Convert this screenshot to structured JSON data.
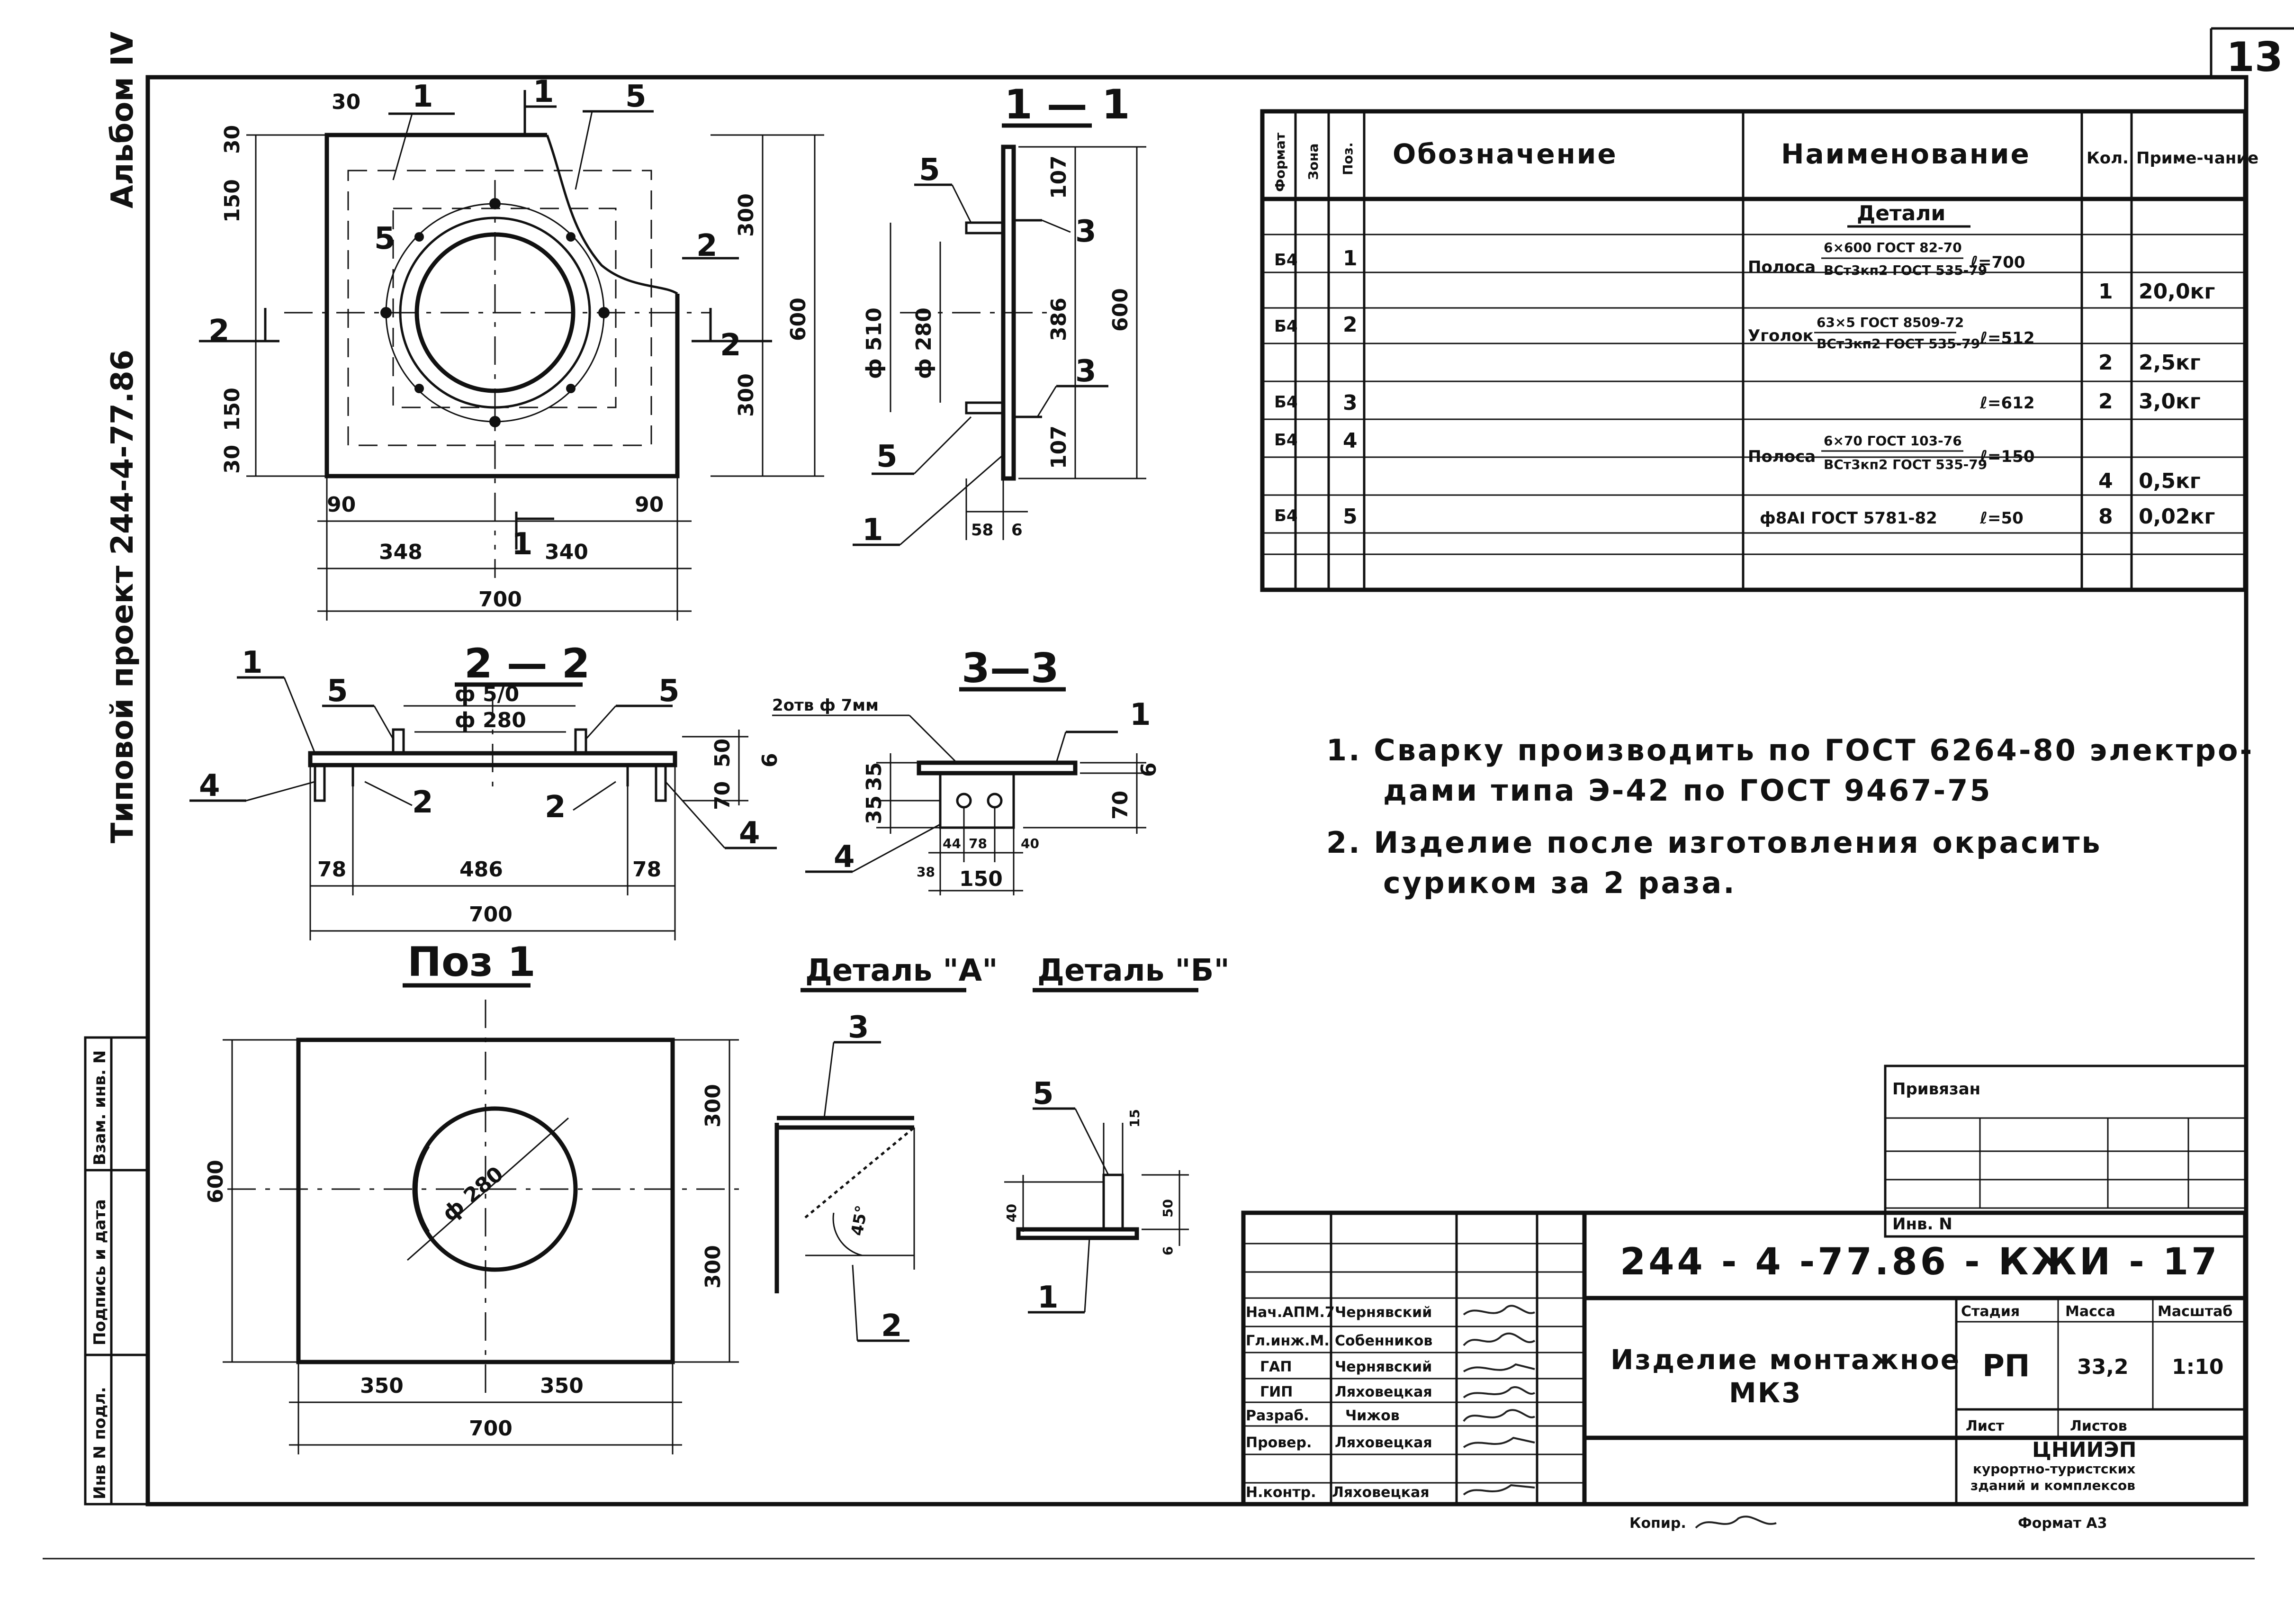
{
  "sheet_number": "13",
  "margin": {
    "album": "Альбом IV",
    "project": "Типовой проект 244-4-77.86",
    "stamp_cells": [
      "Инв N подл.",
      "Подпись и дата",
      "Взам. инв. N"
    ]
  },
  "views": {
    "plan": {
      "section_markers": [
        "1",
        "1",
        "2",
        "2"
      ],
      "callouts": [
        "1",
        "5",
        "2"
      ],
      "dims_top": [
        "30"
      ],
      "dims_left": [
        "30",
        "150",
        "150",
        "30"
      ],
      "dims_right": [
        "300",
        "300",
        "600"
      ],
      "dims_bottom": [
        "90",
        "90",
        "348",
        "340",
        "700"
      ]
    },
    "section_1_1": {
      "title": "1 — 1",
      "callouts": [
        "5",
        "3",
        "3",
        "5",
        "1"
      ],
      "dims": [
        "107",
        "386",
        "107",
        "600",
        "ф 510",
        "ф 280",
        "58",
        "6"
      ]
    },
    "section_2_2": {
      "title": "2 — 2",
      "callouts": [
        "1",
        "5",
        "5",
        "4",
        "2",
        "2",
        "4"
      ],
      "dims": [
        "ф 5/0",
        "ф 280",
        "50",
        "6",
        "70",
        "78",
        "486",
        "78",
        "700"
      ]
    },
    "section_3_3": {
      "title": "3—3",
      "hole_note": "2отв ф 7мм",
      "callouts": [
        "1",
        "4"
      ],
      "dims": [
        "35",
        "35",
        "6",
        "70",
        "44",
        "78",
        "40",
        "38",
        "150"
      ]
    },
    "pos1": {
      "title": "Поз 1",
      "dims": [
        "600",
        "300",
        "300",
        "ф 280",
        "350",
        "350",
        "700"
      ]
    },
    "detail_a": {
      "title": "Деталь \"А\"",
      "callouts": [
        "3",
        "2"
      ],
      "angle": "45°"
    },
    "detail_b": {
      "title": "Деталь \"Б\"",
      "callouts": [
        "5",
        "1"
      ],
      "dims": [
        "15",
        "40",
        "50",
        "6"
      ]
    }
  },
  "spec_table": {
    "headers": [
      "Формат",
      "Зона",
      "Поз.",
      "Обозначение",
      "Наименование",
      "Кол.",
      "Приме-чание"
    ],
    "group": "Детали",
    "rows": [
      {
        "format": "Б4",
        "pos": "1",
        "name_prefix": "Полоса",
        "num": "6×600 ГОСТ 82-70",
        "den": "ВСт3кп2 ГОСТ 535-79",
        "len": "ℓ=700",
        "qty": "1",
        "note": "20,0кг"
      },
      {
        "format": "Б4",
        "pos": "2",
        "name_prefix": "Уголок",
        "num": "63×5 ГОСТ 8509-72",
        "den": "ВСт3кп2 ГОСТ 535-79",
        "len": "ℓ=512",
        "qty": "2",
        "note": "2,5кг"
      },
      {
        "format": "Б4",
        "pos": "3",
        "name_prefix": "",
        "num": "",
        "den": "",
        "len": "ℓ=612",
        "qty": "2",
        "note": "3,0кг"
      },
      {
        "format": "Б4",
        "pos": "4",
        "name_prefix": "Полоса",
        "num": "6×70 ГОСТ 103-76",
        "den": "ВСт3кп2 ГОСТ 535-79",
        "len": "ℓ=150",
        "qty": "4",
        "note": "0,5кг"
      },
      {
        "format": "Б4",
        "pos": "5",
        "name_prefix": "ф8АI ГОСТ 5781-82",
        "num": "",
        "den": "",
        "len": "ℓ=50",
        "qty": "8",
        "note": "0,02кг"
      }
    ]
  },
  "notes": [
    "1. Сварку производить по ГОСТ 6264-80 электро-",
    "дами типа Э-42 по ГОСТ 9467-75",
    "2. Изделие после изготовления окрасить",
    "суриком за 2 раза."
  ],
  "title_block": {
    "privyazan": "Привязан",
    "inv_no": "Инв. N",
    "code": "244 - 4 -77.86 - КЖИ - 17",
    "product_name": [
      "Изделие монтажное",
      "МК3"
    ],
    "roles": [
      {
        "role": "Нач.АПМ.7",
        "name": "Чернявский"
      },
      {
        "role": "Гл.инж.М.",
        "name": "Собенников"
      },
      {
        "role": "ГАП",
        "name": "Чернявский"
      },
      {
        "role": "ГИП",
        "name": "Ляховецкая"
      },
      {
        "role": "Разраб.",
        "name": "Чижов"
      },
      {
        "role": "Провер.",
        "name": "Ляховецкая"
      },
      {
        "role": "Н.контр.",
        "name": "Ляховецкая"
      }
    ],
    "stage_label": "Стадия",
    "mass_label": "Масса",
    "scale_label": "Масштаб",
    "stage": "РП",
    "mass": "33,2",
    "scale": "1:10",
    "sheet_label": "Лист",
    "sheets_label": "Листов",
    "org": [
      "ЦНИИЭП",
      "курортно-туристских",
      "зданий и комплексов"
    ],
    "copied": "Копир.",
    "format": "Формат А3"
  }
}
